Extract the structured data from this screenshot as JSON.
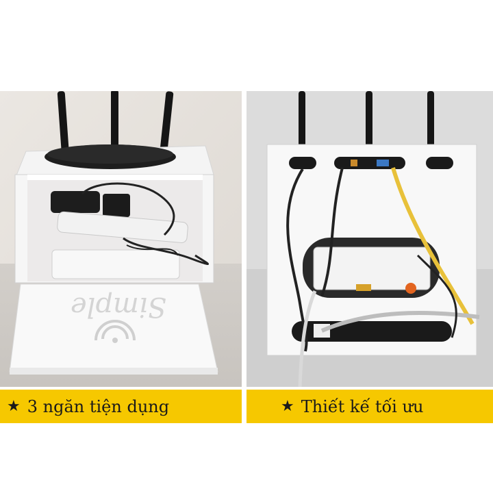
{
  "colors": {
    "caption_bg": "#f6c800",
    "box_white": "#f7f7f7",
    "router_black": "#1c1c1c",
    "wall_left": "#e7e3de",
    "wall_right": "#dcdcdc",
    "cable_yellow": "#e8c13a"
  },
  "panels": [
    {
      "caption": "3 ngăn tiện dụng",
      "icon": "star-icon",
      "door_text": "Simple"
    },
    {
      "caption": "Thiết kế tối ưu",
      "icon": "star-icon"
    }
  ]
}
